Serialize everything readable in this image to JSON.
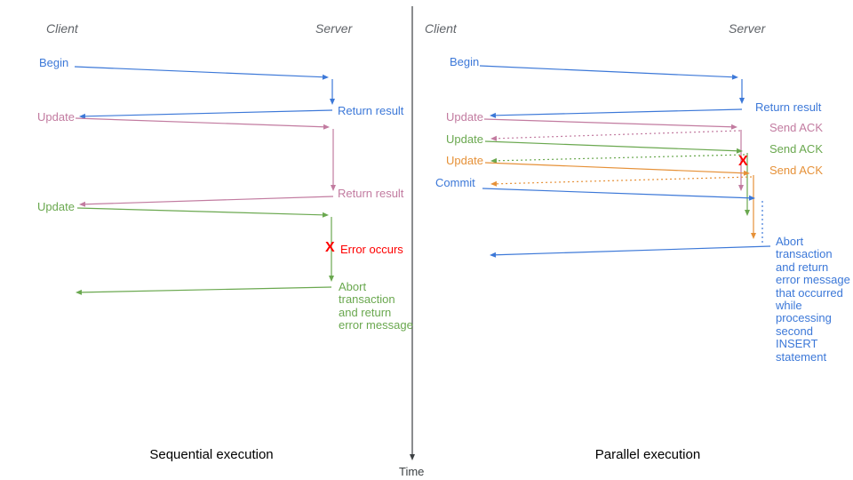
{
  "palette": {
    "blue": "#3c78d8",
    "pink": "#c27ba0",
    "green": "#6aa84f",
    "orange": "#e69138",
    "red": "#fe0000",
    "axis": "#3c4043",
    "header": "#5f6368",
    "title": "#000000"
  },
  "time_axis": {
    "label": "Time",
    "arrow": {
      "name": "time-axis",
      "color": "axis",
      "style": "solid",
      "head": true,
      "pts": [
        464,
        7,
        464,
        518
      ]
    }
  },
  "diagrams": {
    "left": {
      "title": "Sequential execution",
      "client": "Client",
      "server": "Server",
      "labels": {
        "begin": "Begin",
        "return_result_1": "Return result",
        "update_1": "Update",
        "return_result_2": "Return result",
        "update_2": "Update",
        "error_x": "X",
        "error_occurs": "Error occurs",
        "abort": "Abort transaction and return error message"
      },
      "arrows": [
        {
          "name": "begin-request",
          "color": "blue",
          "style": "solid",
          "head": true,
          "pts": [
            84,
            75,
            370,
            87
          ]
        },
        {
          "name": "begin-processing",
          "color": "blue",
          "style": "solid",
          "head": true,
          "pts": [
            374,
            89,
            374,
            118
          ]
        },
        {
          "name": "return-result-1",
          "color": "blue",
          "style": "solid",
          "head": true,
          "pts": [
            374,
            124,
            89,
            131
          ]
        },
        {
          "name": "update-1-request",
          "color": "pink",
          "style": "solid",
          "head": true,
          "pts": [
            85,
            133,
            371,
            143
          ]
        },
        {
          "name": "update-1-processing",
          "color": "pink",
          "style": "solid",
          "head": true,
          "pts": [
            375,
            145,
            375,
            215
          ]
        },
        {
          "name": "return-result-2",
          "color": "pink",
          "style": "solid",
          "head": true,
          "pts": [
            375,
            221,
            89,
            230
          ]
        },
        {
          "name": "update-2-request",
          "color": "green",
          "style": "solid",
          "head": true,
          "pts": [
            87,
            234,
            370,
            242
          ]
        },
        {
          "name": "update-2-processing",
          "color": "green",
          "style": "solid",
          "head": true,
          "pts": [
            373,
            244,
            373,
            317
          ]
        },
        {
          "name": "abort-return",
          "color": "green",
          "style": "solid",
          "head": true,
          "pts": [
            373,
            323,
            85,
            329
          ]
        }
      ]
    },
    "right": {
      "title": "Parallel execution",
      "client": "Client",
      "server": "Server",
      "labels": {
        "begin": "Begin",
        "return_result": "Return result",
        "update_1": "Update",
        "send_ack_1": "Send ACK",
        "update_2": "Update",
        "send_ack_2": "Send ACK",
        "update_3": "Update",
        "send_ack_3": "Send ACK",
        "commit": "Commit",
        "error_x": "X",
        "abort": "Abort transaction and return error message that occurred while processing second INSERT statement"
      },
      "arrows": [
        {
          "name": "begin-request",
          "color": "blue",
          "style": "solid",
          "head": true,
          "pts": [
            540,
            74,
            831,
            87
          ]
        },
        {
          "name": "begin-processing",
          "color": "blue",
          "style": "solid",
          "head": true,
          "pts": [
            835,
            89,
            835,
            117
          ]
        },
        {
          "name": "return-result",
          "color": "blue",
          "style": "solid",
          "head": true,
          "pts": [
            835,
            123,
            551,
            130
          ]
        },
        {
          "name": "update-1-request",
          "color": "pink",
          "style": "solid",
          "head": true,
          "pts": [
            545,
            134,
            830,
            143
          ]
        },
        {
          "name": "update-1-processing",
          "color": "pink",
          "style": "solid",
          "head": true,
          "pts": [
            834,
            146,
            834,
            215
          ]
        },
        {
          "name": "send-ack-1",
          "color": "pink",
          "style": "dotted",
          "head": true,
          "pts": [
            833,
            147,
            552,
            156
          ]
        },
        {
          "name": "update-2-request",
          "color": "green",
          "style": "solid",
          "head": true,
          "pts": [
            546,
            159,
            836,
            170
          ]
        },
        {
          "name": "update-2-processing",
          "color": "green",
          "style": "solid",
          "head": true,
          "pts": [
            841,
            172,
            841,
            243
          ]
        },
        {
          "name": "send-ack-2",
          "color": "green",
          "style": "dotted",
          "head": true,
          "pts": [
            838,
            174,
            552,
            181
          ]
        },
        {
          "name": "update-3-request",
          "color": "orange",
          "style": "solid",
          "head": true,
          "pts": [
            546,
            183,
            844,
            195
          ]
        },
        {
          "name": "update-3-processing",
          "color": "orange",
          "style": "solid",
          "head": true,
          "pts": [
            848,
            197,
            848,
            269
          ]
        },
        {
          "name": "send-ack-3",
          "color": "orange",
          "style": "dotted",
          "head": true,
          "pts": [
            846,
            199,
            552,
            207
          ]
        },
        {
          "name": "commit-request",
          "color": "blue",
          "style": "solid",
          "head": true,
          "pts": [
            543,
            212,
            850,
            223
          ]
        },
        {
          "name": "abort-wait",
          "color": "blue",
          "style": "dotted",
          "head": false,
          "pts": [
            858,
            226,
            858,
            276
          ]
        },
        {
          "name": "abort-return",
          "color": "blue",
          "style": "solid",
          "head": true,
          "pts": [
            867,
            277,
            551,
            287
          ]
        }
      ]
    }
  }
}
